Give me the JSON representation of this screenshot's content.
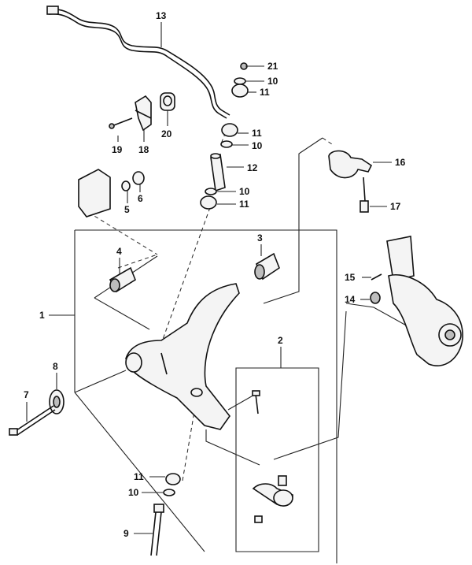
{
  "diagram": {
    "callouts": [
      {
        "id": "c13",
        "text": "13"
      },
      {
        "id": "c21",
        "text": "21"
      },
      {
        "id": "c10a",
        "text": "10"
      },
      {
        "id": "c11a",
        "text": "11"
      },
      {
        "id": "c20",
        "text": "20"
      },
      {
        "id": "c18",
        "text": "18"
      },
      {
        "id": "c19",
        "text": "19"
      },
      {
        "id": "c11b",
        "text": "11"
      },
      {
        "id": "c10b",
        "text": "10"
      },
      {
        "id": "c12",
        "text": "12"
      },
      {
        "id": "c16",
        "text": "16"
      },
      {
        "id": "c10c",
        "text": "10"
      },
      {
        "id": "c11c",
        "text": "11"
      },
      {
        "id": "c17",
        "text": "17"
      },
      {
        "id": "c5",
        "text": "5"
      },
      {
        "id": "c6",
        "text": "6"
      },
      {
        "id": "c3",
        "text": "3"
      },
      {
        "id": "c4",
        "text": "4"
      },
      {
        "id": "c15",
        "text": "15"
      },
      {
        "id": "c14",
        "text": "14"
      },
      {
        "id": "c1",
        "text": "1"
      },
      {
        "id": "c2",
        "text": "2"
      },
      {
        "id": "c8",
        "text": "8"
      },
      {
        "id": "c7",
        "text": "7"
      },
      {
        "id": "c11d",
        "text": "11"
      },
      {
        "id": "c10d",
        "text": "10"
      },
      {
        "id": "c9",
        "text": "9"
      }
    ]
  }
}
